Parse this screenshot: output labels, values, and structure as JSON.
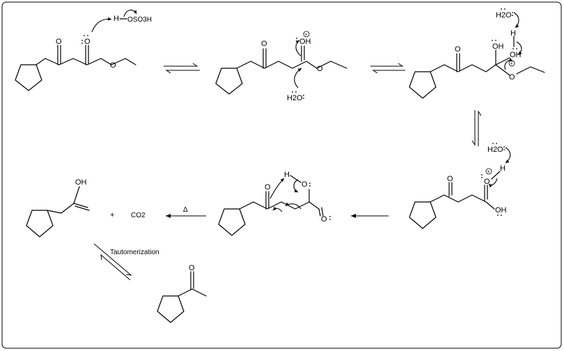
{
  "labels": {
    "o": "O",
    "oh": "OH",
    "h": "H",
    "h2o": "H2O",
    "oso3h": "OSO3H",
    "plus": "+",
    "co2": "CO2",
    "delta": "Δ",
    "tautomerization": "Tautomerization",
    "charge_plus": "+"
  }
}
